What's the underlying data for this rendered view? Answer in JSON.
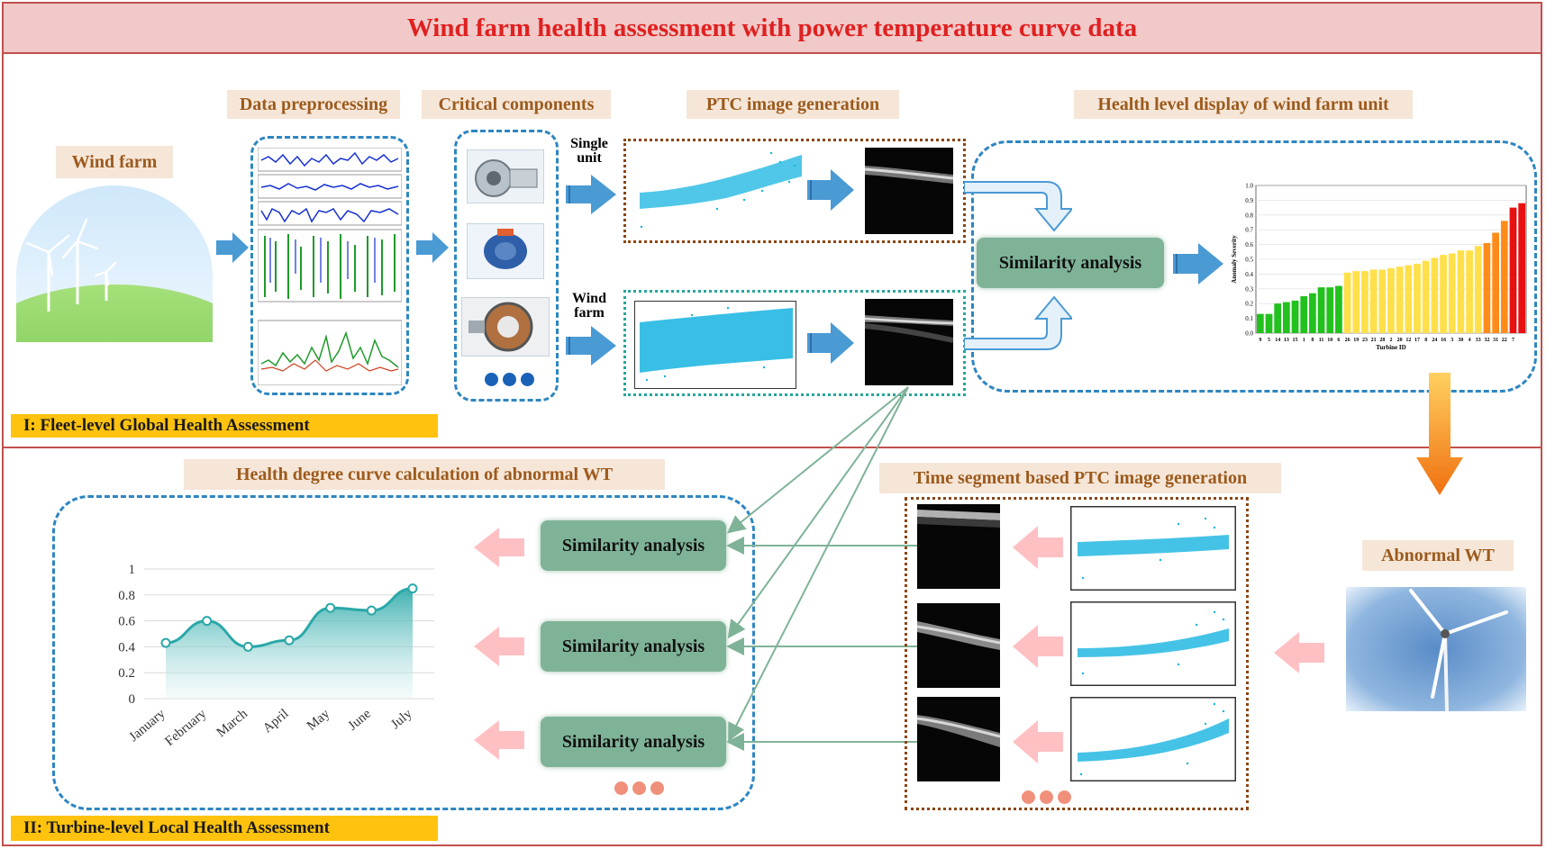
{
  "title": "Wind farm health assessment with power temperature curve data",
  "stage1": {
    "tag": "I: Fleet-level Global Health Assessment",
    "wind_farm": "Wind farm",
    "data_preprocessing": "Data preprocessing",
    "critical_components": "Critical components",
    "ptc_image_generation": "PTC image generation",
    "health_display": "Health level display of wind farm unit",
    "single_unit": [
      "Single",
      "unit"
    ],
    "wind_farm_row": [
      "Wind",
      "farm"
    ],
    "similarity": "Similarity analysis"
  },
  "stage2": {
    "tag": "II: Turbine-level Local Health Assessment",
    "health_curve": "Health degree curve calculation of abnormal WT",
    "time_segment": "Time segment based PTC image generation",
    "abnormal_wt": "Abnormal WT",
    "similarity": [
      "Similarity analysis",
      "Similarity analysis",
      "Similarity analysis"
    ]
  },
  "colors": {
    "red_border": "#c0504d",
    "title_red": "#e02020",
    "tag_yellow": "#ffc20e",
    "label_brown": "#9c5a1c",
    "sim_green": "#7fb398",
    "arrow_blue": "#4a9ad4",
    "arrow_pink": "#ffc0c4",
    "scatter_cyan": "#16b4e0",
    "curve_teal": "#2aa8a8"
  },
  "chart_data": [
    {
      "type": "bar",
      "title": "",
      "xlabel": "Turbine ID",
      "ylabel": "Anomaly Severity",
      "ylim": [
        0,
        1.0
      ],
      "yticks": [
        "0.0",
        "0.1",
        "0.2",
        "0.3",
        "0.4",
        "0.5",
        "0.6",
        "0.7",
        "0.8",
        "0.9",
        "1.0"
      ],
      "categories": [
        "9",
        "5",
        "14",
        "13",
        "15",
        "1",
        "8",
        "11",
        "10",
        "6",
        "26",
        "19",
        "23",
        "21",
        "28",
        "2",
        "20",
        "12",
        "17",
        "8",
        "24",
        "16",
        "3",
        "30",
        "4",
        "33",
        "32",
        "31",
        "22",
        "7"
      ],
      "values": [
        0.13,
        0.13,
        0.2,
        0.21,
        0.22,
        0.25,
        0.27,
        0.31,
        0.31,
        0.32,
        0.41,
        0.42,
        0.42,
        0.43,
        0.43,
        0.44,
        0.45,
        0.46,
        0.47,
        0.49,
        0.51,
        0.53,
        0.54,
        0.56,
        0.56,
        0.59,
        0.61,
        0.68,
        0.76,
        0.85,
        0.88
      ],
      "bar_colors": [
        "green",
        "green",
        "green",
        "green",
        "green",
        "green",
        "green",
        "green",
        "green",
        "green",
        "yellow",
        "yellow",
        "yellow",
        "yellow",
        "yellow",
        "yellow",
        "yellow",
        "yellow",
        "yellow",
        "yellow",
        "yellow",
        "yellow",
        "yellow",
        "yellow",
        "yellow",
        "yellow",
        "orange",
        "orange",
        "orange",
        "red",
        "red"
      ],
      "grid": true
    },
    {
      "type": "area",
      "title": "",
      "categories": [
        "January",
        "February",
        "March",
        "April",
        "May",
        "June",
        "July"
      ],
      "values": [
        0.43,
        0.6,
        0.4,
        0.45,
        0.7,
        0.68,
        0.85
      ],
      "yticks": [
        "0",
        "0.2",
        "0.4",
        "0.6",
        "0.8",
        "1"
      ],
      "ylim": [
        0,
        1
      ],
      "grid": true
    }
  ]
}
